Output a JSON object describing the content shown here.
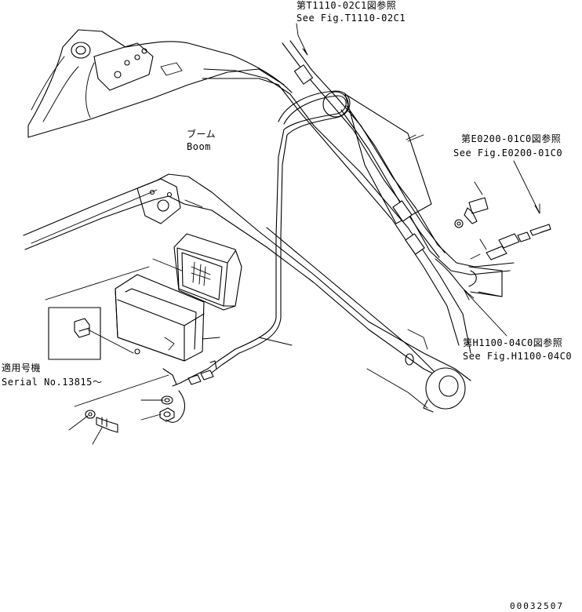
{
  "part_name_ja": "ブーム",
  "part_name_en": "Boom",
  "refs": [
    {
      "ja": "第T1110-02C1図参照",
      "en": "See Fig.T1110-02C1"
    },
    {
      "ja": "第E0200-01C0図参照",
      "en": "See Fig.E0200-01C0"
    },
    {
      "ja": "第H1100-04C0図参照",
      "en": "See Fig.H1100-04C0"
    }
  ],
  "serial_ja": "適用号機",
  "serial_en": "Serial No.13815〜",
  "drawing_number": "00032507"
}
